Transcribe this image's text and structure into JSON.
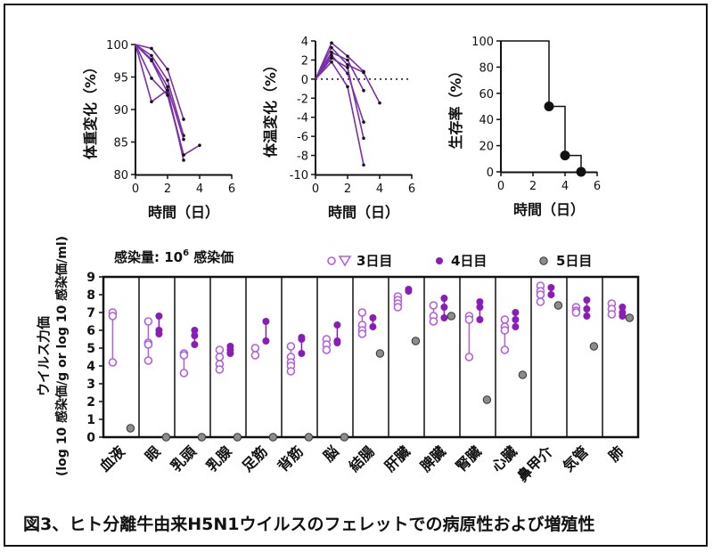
{
  "caption": "図3、ヒト分離牛由来H5N1ウイルスのフェレットでの病原性および増殖性",
  "dose_label_prefix": "感染量: 10",
  "dose_label_exp": "6",
  "dose_label_suffix": " 感染価",
  "colors": {
    "line": "#7b2fa8",
    "day3": "#b05fe0",
    "day4": "#8a1cb8",
    "day5": "#8c8c8c"
  },
  "chart_data": [
    {
      "type": "line",
      "title": "",
      "xlabel": "時間（日）",
      "ylabel": "体重変化（%）",
      "xlim": [
        0,
        6
      ],
      "ylim": [
        80,
        100
      ],
      "xticks": [
        "0",
        "2",
        "4",
        "6"
      ],
      "yticks": [
        "80",
        "85",
        "90",
        "95",
        "100"
      ],
      "series": [
        {
          "x": [
            0,
            1,
            2,
            3
          ],
          "y": [
            100,
            99.4,
            96.2,
            88.5
          ]
        },
        {
          "x": [
            0,
            1,
            2,
            3
          ],
          "y": [
            100,
            98.3,
            94.5,
            86.0
          ]
        },
        {
          "x": [
            0,
            1,
            2,
            3
          ],
          "y": [
            100,
            97.7,
            93.5,
            85.4
          ]
        },
        {
          "x": [
            0,
            1,
            2,
            3
          ],
          "y": [
            100,
            97.5,
            92.6,
            83.0
          ]
        },
        {
          "x": [
            0,
            1,
            2,
            3
          ],
          "y": [
            100,
            91.2,
            93.0,
            82.2
          ]
        },
        {
          "x": [
            0,
            1,
            2,
            3,
            4
          ],
          "y": [
            100,
            94.8,
            92.2,
            83.0,
            84.5
          ]
        }
      ]
    },
    {
      "type": "line",
      "title": "",
      "xlabel": "時間（日）",
      "ylabel": "体温変化（%）",
      "xlim": [
        0,
        6
      ],
      "ylim": [
        -10,
        4
      ],
      "xticks": [
        "0",
        "2",
        "4",
        "6"
      ],
      "yticks": [
        "-10",
        "-8",
        "-6",
        "-4",
        "-2",
        "0",
        "2",
        "4"
      ],
      "reference_line_y": 0,
      "series": [
        {
          "x": [
            0,
            1,
            2,
            3
          ],
          "y": [
            0,
            3.8,
            2.4,
            0.8
          ]
        },
        {
          "x": [
            0,
            1,
            2,
            3,
            4
          ],
          "y": [
            0,
            3.3,
            1.5,
            0.7,
            -2.5
          ]
        },
        {
          "x": [
            0,
            1,
            2,
            3
          ],
          "y": [
            0,
            2.8,
            2.0,
            -1.2
          ]
        },
        {
          "x": [
            0,
            1,
            2,
            3
          ],
          "y": [
            0,
            2.5,
            0.6,
            -4.5
          ]
        },
        {
          "x": [
            0,
            1,
            2,
            3
          ],
          "y": [
            0,
            2.2,
            1.2,
            -6.2
          ]
        },
        {
          "x": [
            0,
            1,
            2,
            3
          ],
          "y": [
            0,
            1.8,
            -0.8,
            -9.0
          ]
        }
      ]
    },
    {
      "type": "line",
      "title": "",
      "xlabel": "時間（日）",
      "ylabel": "生存率（%）",
      "xlim": [
        0,
        6
      ],
      "ylim": [
        0,
        100
      ],
      "xticks": [
        "0",
        "2",
        "4",
        "6"
      ],
      "yticks": [
        "0",
        "20",
        "40",
        "60",
        "80",
        "100"
      ],
      "step": true,
      "series": [
        {
          "x": [
            0,
            3,
            3,
            4,
            4,
            5,
            5
          ],
          "y": [
            100,
            100,
            50,
            50,
            12.5,
            12.5,
            0
          ],
          "markers": [
            [
              3,
              50
            ],
            [
              4,
              12.5
            ],
            [
              5,
              0
            ]
          ]
        }
      ]
    },
    {
      "type": "scatter",
      "title": "",
      "ylabel_line1": "ウイルス力価",
      "ylabel_line2": "(log 10 感染価/g or log 10 感染価/ml)",
      "ylim": [
        0,
        9
      ],
      "yticks": [
        "0",
        "1",
        "2",
        "3",
        "4",
        "5",
        "6",
        "7",
        "8",
        "9"
      ],
      "legend": [
        "3日目",
        "4日目",
        "5日目"
      ],
      "legend_position": "top",
      "categories": [
        "血液",
        "眼",
        "乳頭",
        "乳腺",
        "足筋",
        "背筋",
        "脳",
        "結腸",
        "肝臓",
        "脾臓",
        "腎臓",
        "心臓",
        "鼻甲介",
        "気管",
        "肺"
      ],
      "day3": [
        [
          7.0,
          6.8,
          4.2
        ],
        [
          6.5,
          5.3,
          5.2,
          4.3
        ],
        [
          4.7,
          4.6,
          3.6
        ],
        [
          4.9,
          4.5,
          4.1,
          3.8
        ],
        [
          5.0,
          4.6
        ],
        [
          5.1,
          4.5,
          4.2,
          4.0,
          3.7
        ],
        [
          5.5,
          5.2,
          4.9
        ],
        [
          7.0,
          6.3,
          6.0,
          5.8
        ],
        [
          7.9,
          7.7,
          7.5,
          7.3
        ],
        [
          7.4,
          6.8,
          6.5
        ],
        [
          6.8,
          6.6,
          4.5
        ],
        [
          6.6,
          6.2,
          6.0,
          4.9
        ],
        [
          8.5,
          8.2,
          8.0,
          7.6
        ],
        [
          7.3,
          7.1,
          7.0
        ],
        [
          7.5,
          7.2,
          6.9
        ]
      ],
      "day4": [
        [],
        [
          6.8,
          6.0,
          5.8
        ],
        [
          6.0,
          5.7,
          5.2
        ],
        [
          5.1,
          4.9,
          4.7
        ],
        [
          6.5,
          5.4
        ],
        [
          5.6,
          5.5,
          4.7
        ],
        [
          6.3,
          5.4,
          5.3
        ],
        [
          6.7,
          6.2
        ],
        [
          8.3,
          8.2
        ],
        [
          7.8,
          7.3,
          6.7
        ],
        [
          7.6,
          7.3,
          6.6
        ],
        [
          7.0,
          6.6,
          6.2
        ],
        [
          8.4,
          8.0
        ],
        [
          7.7,
          7.2,
          6.8
        ],
        [
          7.3,
          7.0,
          6.8
        ]
      ],
      "day5": [
        0.5,
        0.0,
        0.0,
        0.0,
        0.0,
        0.0,
        0.0,
        4.7,
        5.4,
        6.8,
        2.1,
        3.5,
        7.4,
        5.1,
        6.7
      ]
    }
  ]
}
